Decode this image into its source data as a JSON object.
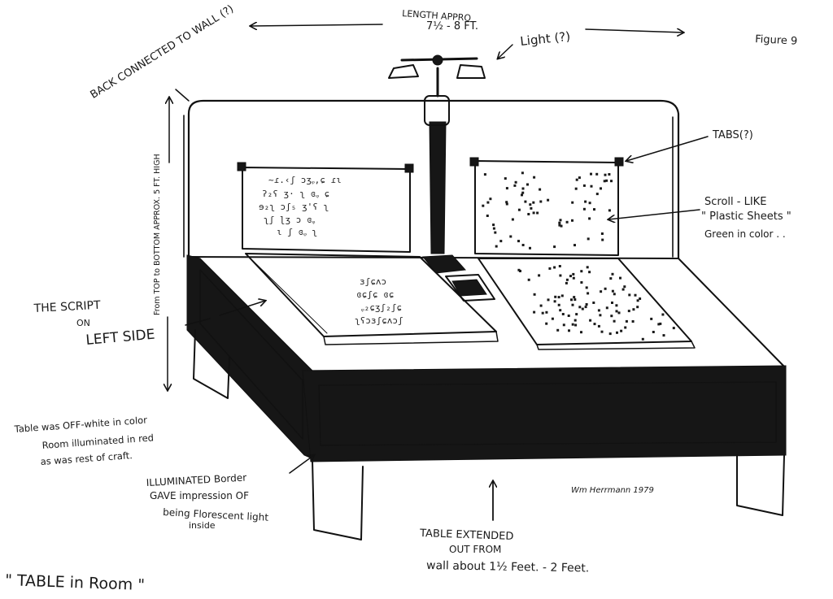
{
  "figure_label": "Figure 9",
  "caption": "\" TABLE in Room \"",
  "labels": {
    "length": "LENGTH APPRO",
    "length_value": "7½ - 8 FT.",
    "light": "Light (?)",
    "back_connected": "BACK CONNECTED TO WALL (?)",
    "height": "From TOP to BOTTOM APPROX. 5 FT. HIGH",
    "tabs": "TABS(?)",
    "scroll_sheets_1": "Scroll - LIKE",
    "scroll_sheets_2": "\" Plastic Sheets \"",
    "scroll_sheets_3": "Green in color . .",
    "script_left_1": "THE SCRIPT",
    "script_left_2": "ON",
    "script_left_3": "LEFT SIDE",
    "table_color_1": "Table was OFF-white in color",
    "table_color_2": "Room illuminated in red",
    "table_color_3": "as was rest of craft.",
    "border_1": "ILLUMINATED Border",
    "border_2": "GAVE impression OF",
    "border_3": "being Florescent light",
    "border_4": "inside",
    "extended_1": "TABLE EXTENDED",
    "extended_2": "OUT FROM",
    "extended_3": "wall about 1½ Feet. - 2 Feet.",
    "signature": "Wm Herrmann 1979"
  }
}
